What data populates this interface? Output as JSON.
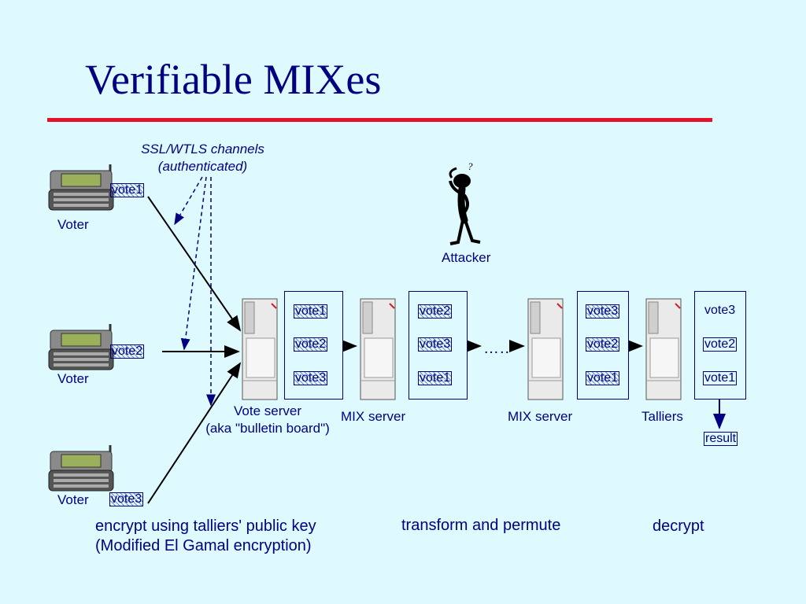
{
  "title": "Verifiable MIXes",
  "channels": {
    "line1": "SSL/WTLS channels",
    "line2": "(authenticated)"
  },
  "voters": [
    {
      "label": "Voter",
      "vote": "vote1"
    },
    {
      "label": "Voter",
      "vote": "vote2"
    },
    {
      "label": "Voter",
      "vote": "vote3"
    }
  ],
  "attacker": {
    "label": "Attacker",
    "thought": "?"
  },
  "vote_server": {
    "line1": "Vote server",
    "line2": "(aka \"bulletin board\")",
    "votes": [
      "vote1",
      "vote2",
      "vote3"
    ]
  },
  "mix1": {
    "label": "MIX server",
    "votes": [
      "vote2",
      "vote3",
      "vote1"
    ]
  },
  "mix2": {
    "label": "MIX server",
    "votes": [
      "vote3",
      "vote2",
      "vote1"
    ]
  },
  "ellipsis": "…..",
  "talliers": {
    "label": "Talliers",
    "votes": [
      "vote3",
      "vote2",
      "vote1"
    ],
    "result": "result"
  },
  "captions": {
    "encrypt_line1": "encrypt using talliers' public key",
    "encrypt_line2": "(Modified El Gamal encryption)",
    "transform": "transform and permute",
    "decrypt": "decrypt"
  },
  "colors": {
    "background": "#dffaff",
    "text": "#000080",
    "underline": "#e8112a"
  }
}
